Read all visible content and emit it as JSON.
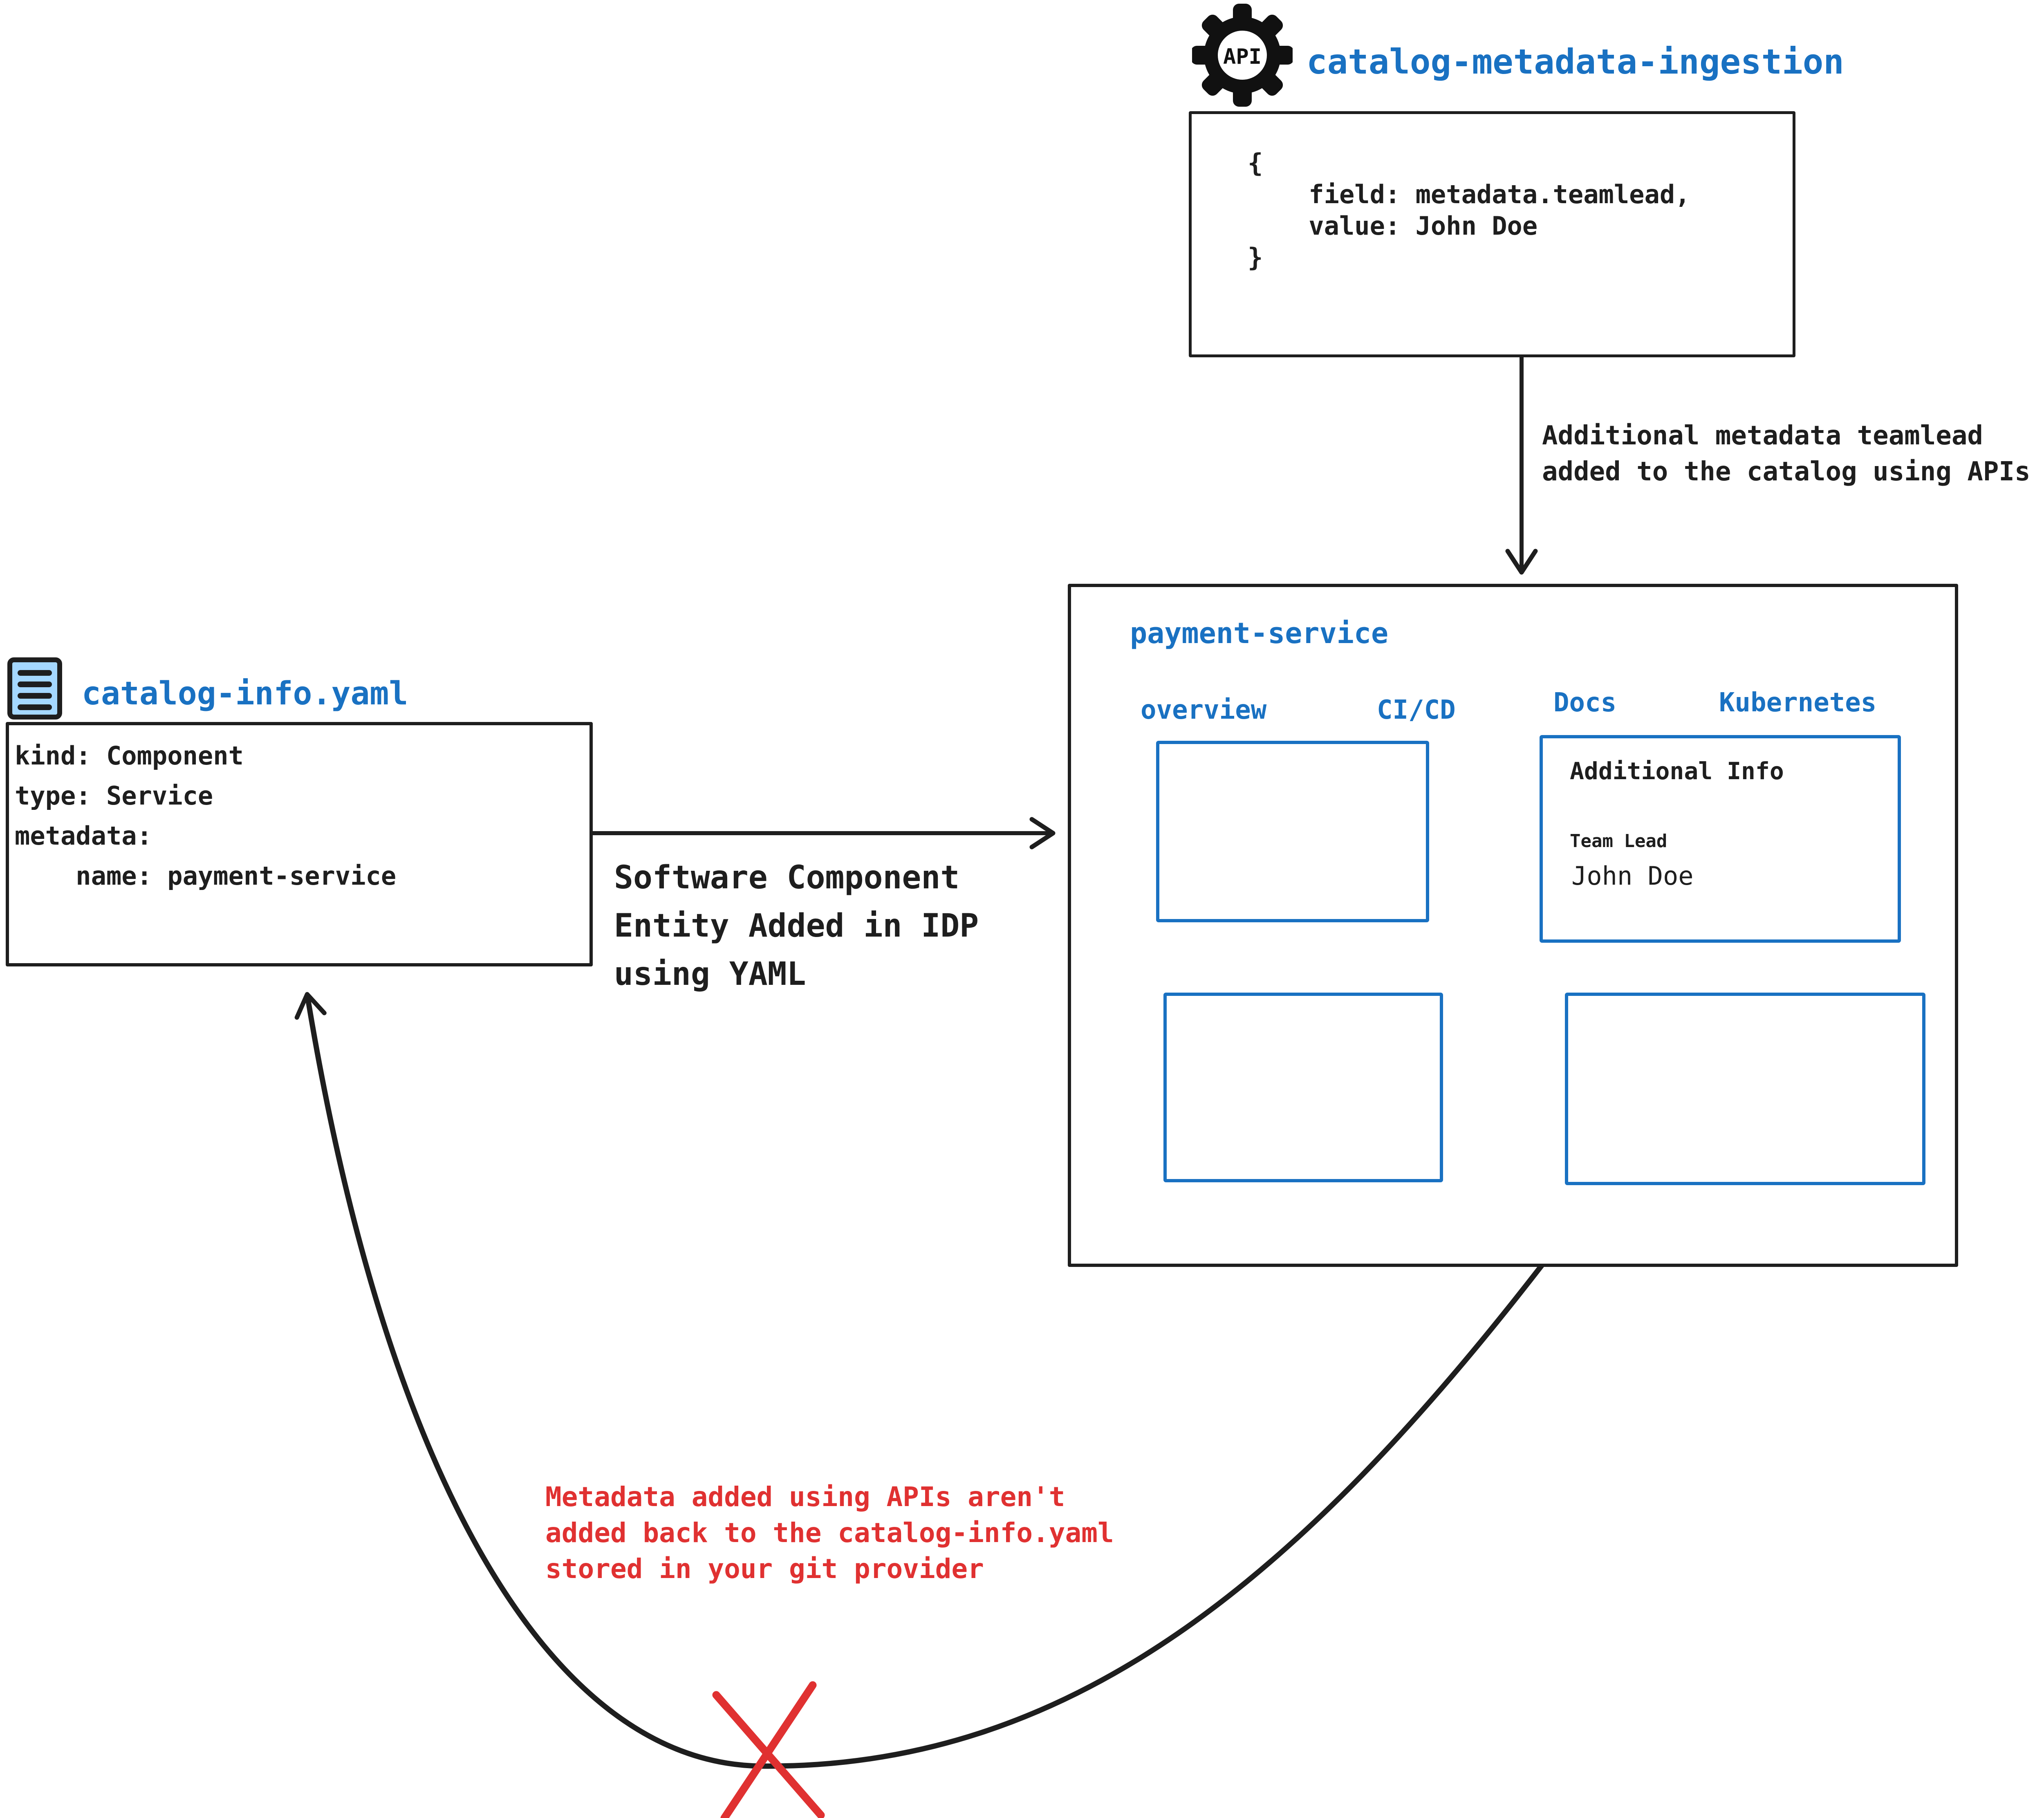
{
  "colors": {
    "accent_blue": "#1971c2",
    "alert_red": "#e03131",
    "ink": "#1e1e1e",
    "icon_fill": "#a5d8ff"
  },
  "api_service": {
    "icon": "api-gear-icon",
    "title": "catalog-metadata-ingestion",
    "code_lines": [
      "{",
      "    field: metadata.teamlead,",
      "    value: John Doe",
      "}"
    ]
  },
  "ingest_arrow_label": {
    "line1": "Additional metadata teamlead",
    "line2": "added to the catalog using APIs"
  },
  "idp": {
    "title": "payment-service",
    "tabs": [
      "overview",
      "CI/CD",
      "Docs",
      "Kubernetes"
    ],
    "docs_panel": {
      "heading": "Additional Info",
      "field_label": "Team Lead",
      "field_value": "John Doe"
    }
  },
  "catalog_file": {
    "icon": "yaml-file-icon",
    "title": "catalog-info.yaml",
    "yaml_lines": [
      "kind: Component",
      "type: Service",
      "metadata:",
      "    name: payment-service"
    ]
  },
  "yaml_arrow_label": {
    "line1": "Software Component",
    "line2": "Entity Added in IDP",
    "line3": "using YAML"
  },
  "feedback_note": {
    "line1": "Metadata added using APIs aren't",
    "line2": "added back to the catalog-info.yaml",
    "line3": "stored in your git provider"
  }
}
